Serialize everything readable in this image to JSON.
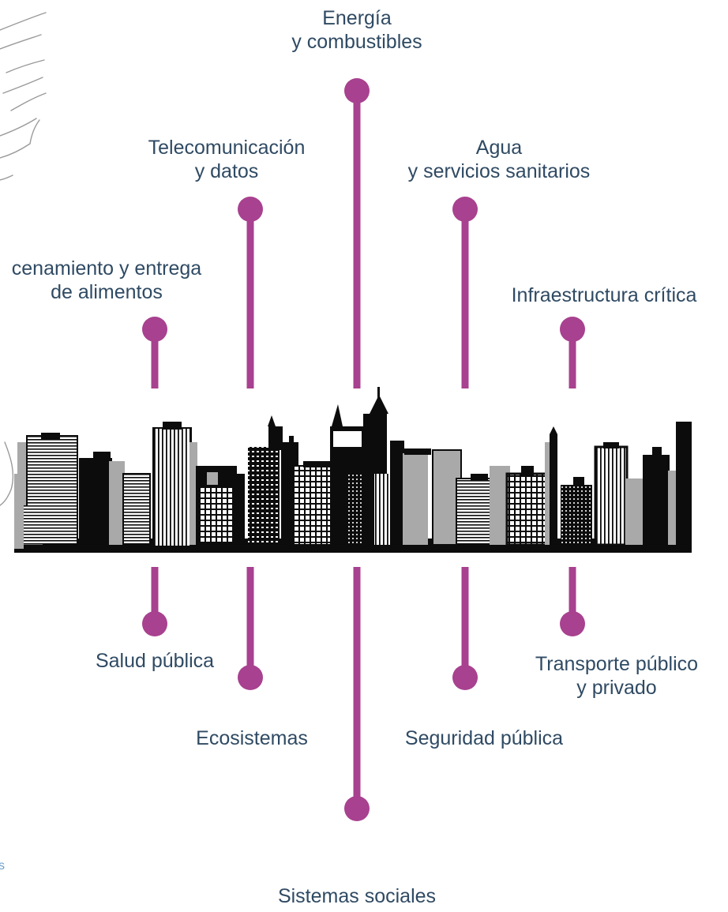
{
  "colors": {
    "connector": "#a8418f",
    "label_text": "#2f4a63",
    "skyline_dark": "#0c0c0c",
    "skyline_gray": "#a9a9a9",
    "sketch": "#9a9a9a"
  },
  "top_labels": [
    {
      "id": "energia",
      "line1": "Energía",
      "line2": "y combustibles"
    },
    {
      "id": "telecom",
      "line1": "Telecomunicación",
      "line2": "y datos"
    },
    {
      "id": "agua",
      "line1": "Agua",
      "line2": "y servicios sanitarios"
    },
    {
      "id": "alimentos",
      "line1": "cenamiento y entrega",
      "line2": "de alimentos"
    },
    {
      "id": "infraestructura",
      "line1": "Infraestructura crítica",
      "line2": ""
    }
  ],
  "bottom_labels": [
    {
      "id": "salud",
      "line1": "Salud pública",
      "line2": ""
    },
    {
      "id": "transporte",
      "line1": "Transporte público",
      "line2": "y privado"
    },
    {
      "id": "ecosistemas",
      "line1": "Ecosistemas",
      "line2": ""
    },
    {
      "id": "seguridad",
      "line1": "Seguridad pública",
      "line2": ""
    },
    {
      "id": "sociales",
      "line1": "Sistemas sociales",
      "line2": ""
    }
  ],
  "corner_text": "s"
}
